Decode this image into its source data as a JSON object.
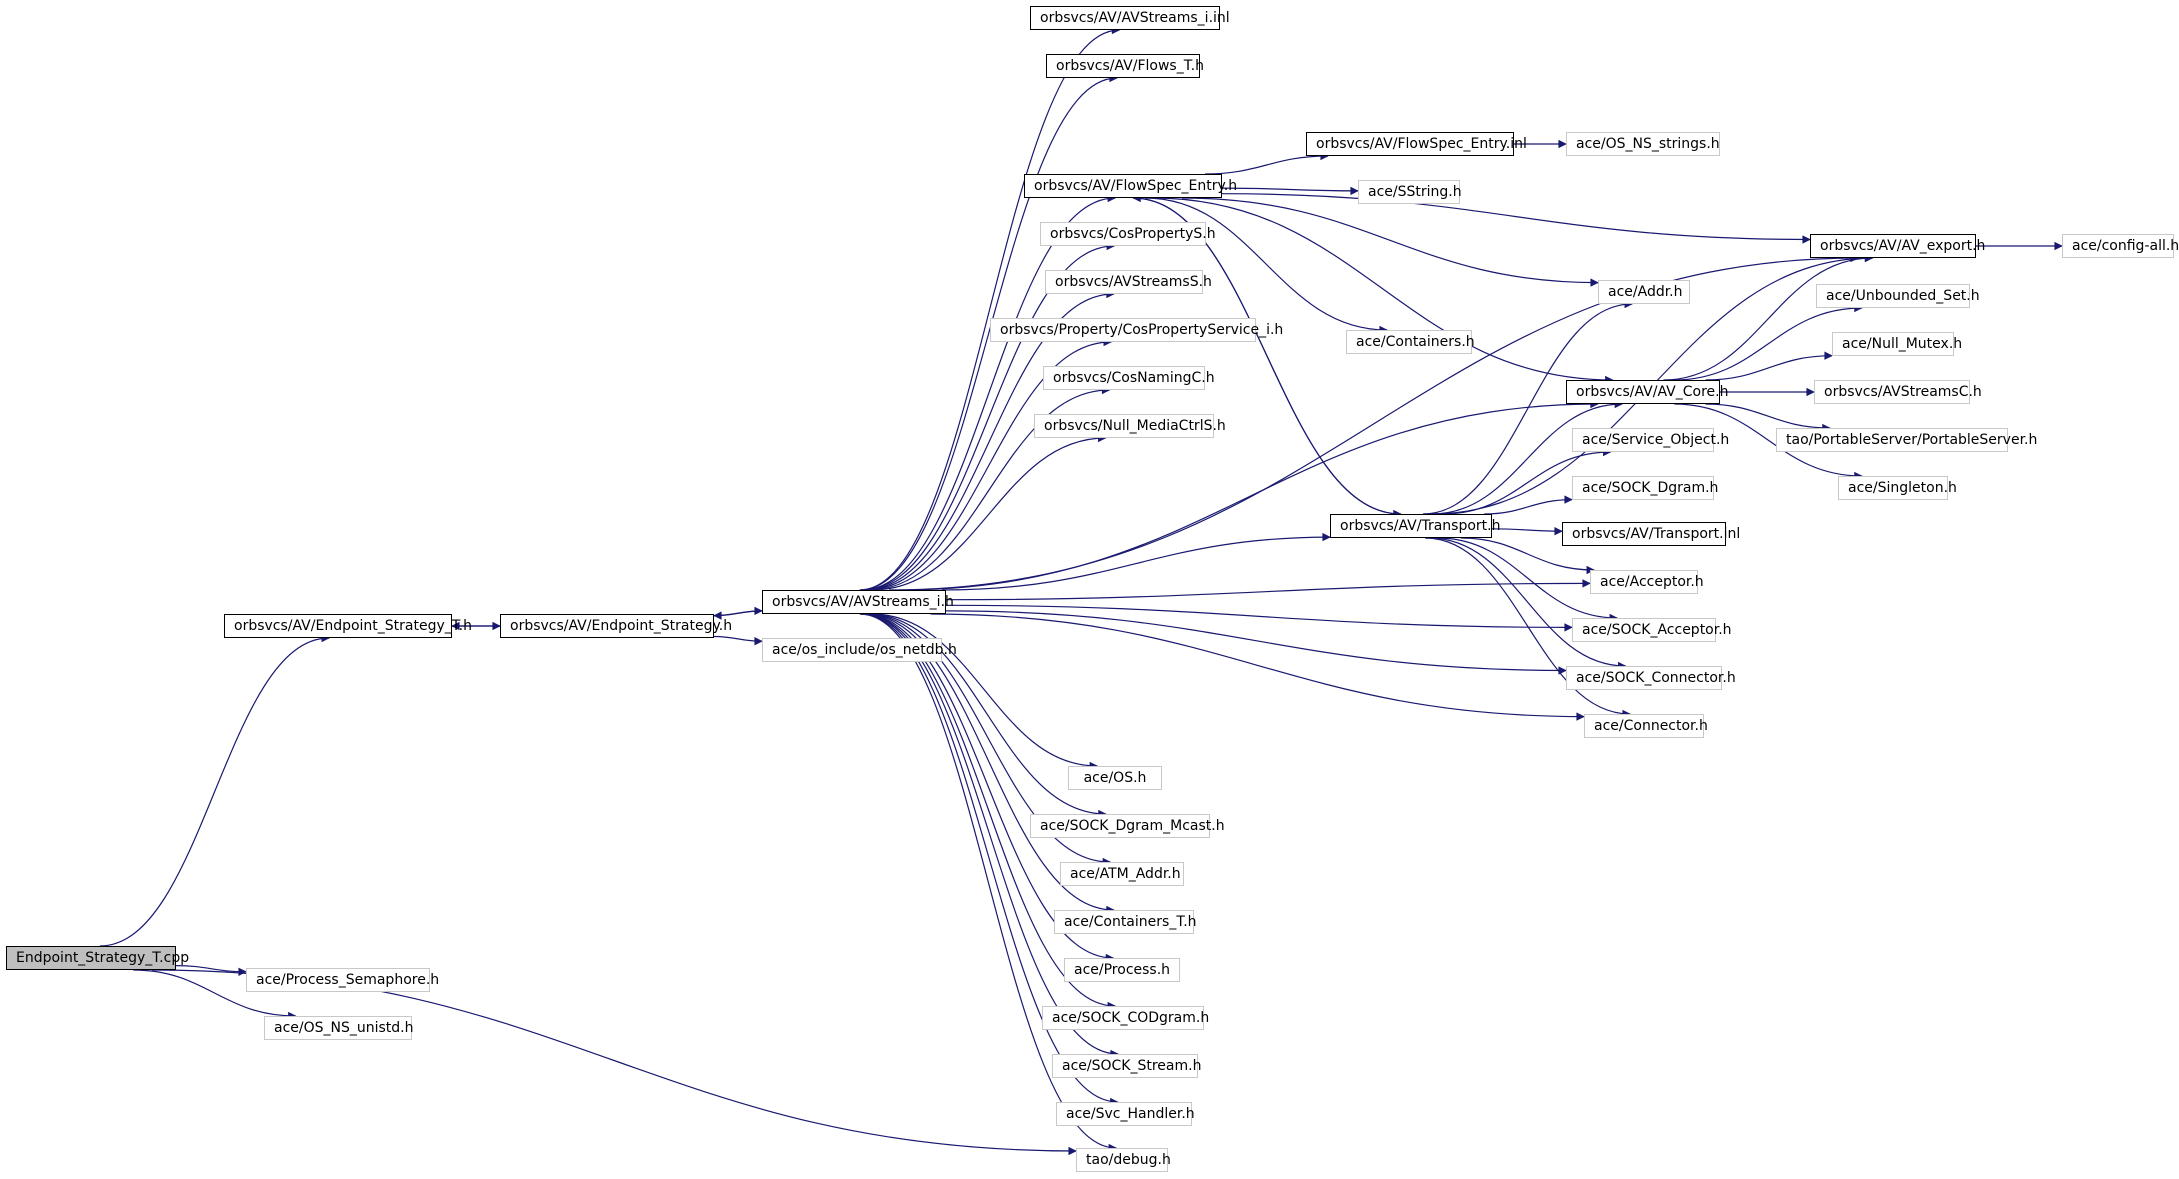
{
  "colors": {
    "edge": "#191970",
    "root_fill": "#bfbfbf",
    "defined_border": "#000000",
    "external_border": "#c8c8c8"
  },
  "nodes": [
    {
      "id": "endpoint_strategy_t_cpp",
      "label": "Endpoint_Strategy_T.cpp",
      "kind": "root"
    },
    {
      "id": "endpoint_strategy_t_h",
      "label": "orbsvcs/AV/Endpoint_Strategy_T.h",
      "kind": "defined"
    },
    {
      "id": "endpoint_strategy_h",
      "label": "orbsvcs/AV/Endpoint_Strategy.h",
      "kind": "defined"
    },
    {
      "id": "avstreams_i_h",
      "label": "orbsvcs/AV/AVStreams_i.h",
      "kind": "defined"
    },
    {
      "id": "os_netdb_h",
      "label": "ace/os_include/os_netdb.h",
      "kind": "external"
    },
    {
      "id": "process_semaphore_h",
      "label": "ace/Process_Semaphore.h",
      "kind": "external"
    },
    {
      "id": "os_ns_unistd_h",
      "label": "ace/OS_NS_unistd.h",
      "kind": "external"
    },
    {
      "id": "avstreams_i_inl",
      "label": "orbsvcs/AV/AVStreams_i.inl",
      "kind": "defined"
    },
    {
      "id": "flows_t_h",
      "label": "orbsvcs/AV/Flows_T.h",
      "kind": "defined"
    },
    {
      "id": "flowspec_entry_h",
      "label": "orbsvcs/AV/FlowSpec_Entry.h",
      "kind": "defined"
    },
    {
      "id": "cospropertys_h",
      "label": "orbsvcs/CosPropertyS.h",
      "kind": "external"
    },
    {
      "id": "avstreamss_h",
      "label": "orbsvcs/AVStreamsS.h",
      "kind": "external"
    },
    {
      "id": "cospropertyservice_i_h",
      "label": "orbsvcs/Property/CosPropertyService_i.h",
      "kind": "external"
    },
    {
      "id": "cosnamingc_h",
      "label": "orbsvcs/CosNamingC.h",
      "kind": "external"
    },
    {
      "id": "null_mediactrls_h",
      "label": "orbsvcs/Null_MediaCtrlS.h",
      "kind": "external"
    },
    {
      "id": "flowspec_entry_inl",
      "label": "orbsvcs/AV/FlowSpec_Entry.inl",
      "kind": "defined"
    },
    {
      "id": "os_ns_strings_h",
      "label": "ace/OS_NS_strings.h",
      "kind": "external"
    },
    {
      "id": "sstring_h",
      "label": "ace/SString.h",
      "kind": "external"
    },
    {
      "id": "av_export_h",
      "label": "orbsvcs/AV/AV_export.h",
      "kind": "defined"
    },
    {
      "id": "config_all_h",
      "label": "ace/config-all.h",
      "kind": "external"
    },
    {
      "id": "addr_h",
      "label": "ace/Addr.h",
      "kind": "external"
    },
    {
      "id": "containers_h",
      "label": "ace/Containers.h",
      "kind": "external"
    },
    {
      "id": "unbounded_set_h",
      "label": "ace/Unbounded_Set.h",
      "kind": "external"
    },
    {
      "id": "null_mutex_h",
      "label": "ace/Null_Mutex.h",
      "kind": "external"
    },
    {
      "id": "av_core_h",
      "label": "orbsvcs/AV/AV_Core.h",
      "kind": "defined"
    },
    {
      "id": "avstreamsc_h",
      "label": "orbsvcs/AVStreamsC.h",
      "kind": "external"
    },
    {
      "id": "portableserver_h",
      "label": "tao/PortableServer/PortableServer.h",
      "kind": "external"
    },
    {
      "id": "service_object_h",
      "label": "ace/Service_Object.h",
      "kind": "external"
    },
    {
      "id": "singleton_h",
      "label": "ace/Singleton.h",
      "kind": "external"
    },
    {
      "id": "sock_dgram_h",
      "label": "ace/SOCK_Dgram.h",
      "kind": "external"
    },
    {
      "id": "transport_h",
      "label": "orbsvcs/AV/Transport.h",
      "kind": "defined"
    },
    {
      "id": "transport_inl",
      "label": "orbsvcs/AV/Transport.inl",
      "kind": "defined"
    },
    {
      "id": "acceptor_h",
      "label": "ace/Acceptor.h",
      "kind": "external"
    },
    {
      "id": "sock_acceptor_h",
      "label": "ace/SOCK_Acceptor.h",
      "kind": "external"
    },
    {
      "id": "sock_connector_h",
      "label": "ace/SOCK_Connector.h",
      "kind": "external"
    },
    {
      "id": "connector_h",
      "label": "ace/Connector.h",
      "kind": "external"
    },
    {
      "id": "os_h",
      "label": "ace/OS.h",
      "kind": "external"
    },
    {
      "id": "sock_dgram_mcast_h",
      "label": "ace/SOCK_Dgram_Mcast.h",
      "kind": "external"
    },
    {
      "id": "atm_addr_h",
      "label": "ace/ATM_Addr.h",
      "kind": "external"
    },
    {
      "id": "containers_t_h",
      "label": "ace/Containers_T.h",
      "kind": "external"
    },
    {
      "id": "process_h",
      "label": "ace/Process.h",
      "kind": "external"
    },
    {
      "id": "sock_codgram_h",
      "label": "ace/SOCK_CODgram.h",
      "kind": "external"
    },
    {
      "id": "sock_stream_h",
      "label": "ace/SOCK_Stream.h",
      "kind": "external"
    },
    {
      "id": "svc_handler_h",
      "label": "ace/Svc_Handler.h",
      "kind": "external"
    },
    {
      "id": "debug_h",
      "label": "tao/debug.h",
      "kind": "external"
    }
  ],
  "edges": [
    [
      "endpoint_strategy_t_cpp",
      "endpoint_strategy_t_h"
    ],
    [
      "endpoint_strategy_t_cpp",
      "process_semaphore_h"
    ],
    [
      "endpoint_strategy_t_cpp",
      "os_ns_unistd_h"
    ],
    [
      "endpoint_strategy_t_cpp",
      "debug_h"
    ],
    [
      "endpoint_strategy_t_h",
      "endpoint_strategy_h"
    ],
    [
      "endpoint_strategy_h",
      "endpoint_strategy_t_h"
    ],
    [
      "endpoint_strategy_h",
      "avstreams_i_h"
    ],
    [
      "endpoint_strategy_h",
      "os_netdb_h"
    ],
    [
      "avstreams_i_h",
      "endpoint_strategy_h"
    ],
    [
      "avstreams_i_h",
      "avstreams_i_inl"
    ],
    [
      "avstreams_i_h",
      "flows_t_h"
    ],
    [
      "avstreams_i_h",
      "av_export_h"
    ],
    [
      "avstreams_i_h",
      "flowspec_entry_h"
    ],
    [
      "avstreams_i_h",
      "cospropertys_h"
    ],
    [
      "avstreams_i_h",
      "avstreamss_h"
    ],
    [
      "avstreams_i_h",
      "cospropertyservice_i_h"
    ],
    [
      "avstreams_i_h",
      "cosnamingc_h"
    ],
    [
      "avstreams_i_h",
      "null_mediactrls_h"
    ],
    [
      "avstreams_i_h",
      "av_core_h"
    ],
    [
      "avstreams_i_h",
      "transport_h"
    ],
    [
      "avstreams_i_h",
      "acceptor_h"
    ],
    [
      "avstreams_i_h",
      "sock_acceptor_h"
    ],
    [
      "avstreams_i_h",
      "sock_connector_h"
    ],
    [
      "avstreams_i_h",
      "connector_h"
    ],
    [
      "avstreams_i_h",
      "os_h"
    ],
    [
      "avstreams_i_h",
      "sock_dgram_mcast_h"
    ],
    [
      "avstreams_i_h",
      "atm_addr_h"
    ],
    [
      "avstreams_i_h",
      "containers_t_h"
    ],
    [
      "avstreams_i_h",
      "process_h"
    ],
    [
      "avstreams_i_h",
      "sock_codgram_h"
    ],
    [
      "avstreams_i_h",
      "sock_stream_h"
    ],
    [
      "avstreams_i_h",
      "svc_handler_h"
    ],
    [
      "avstreams_i_h",
      "debug_h"
    ],
    [
      "flowspec_entry_h",
      "flowspec_entry_inl"
    ],
    [
      "flowspec_entry_h",
      "sstring_h"
    ],
    [
      "flowspec_entry_h",
      "av_export_h"
    ],
    [
      "flowspec_entry_h",
      "addr_h"
    ],
    [
      "flowspec_entry_h",
      "containers_h"
    ],
    [
      "flowspec_entry_h",
      "av_core_h"
    ],
    [
      "flowspec_entry_h",
      "transport_h"
    ],
    [
      "flowspec_entry_inl",
      "os_ns_strings_h"
    ],
    [
      "av_export_h",
      "config_all_h"
    ],
    [
      "av_core_h",
      "av_export_h"
    ],
    [
      "av_core_h",
      "unbounded_set_h"
    ],
    [
      "av_core_h",
      "null_mutex_h"
    ],
    [
      "av_core_h",
      "avstreamsc_h"
    ],
    [
      "av_core_h",
      "portableserver_h"
    ],
    [
      "av_core_h",
      "singleton_h"
    ],
    [
      "transport_h",
      "flowspec_entry_h"
    ],
    [
      "transport_h",
      "av_export_h"
    ],
    [
      "transport_h",
      "addr_h"
    ],
    [
      "transport_h",
      "av_core_h"
    ],
    [
      "transport_h",
      "service_object_h"
    ],
    [
      "transport_h",
      "sock_dgram_h"
    ],
    [
      "transport_h",
      "transport_inl"
    ],
    [
      "transport_h",
      "acceptor_h"
    ],
    [
      "transport_h",
      "sock_acceptor_h"
    ],
    [
      "transport_h",
      "sock_connector_h"
    ],
    [
      "transport_h",
      "connector_h"
    ]
  ]
}
